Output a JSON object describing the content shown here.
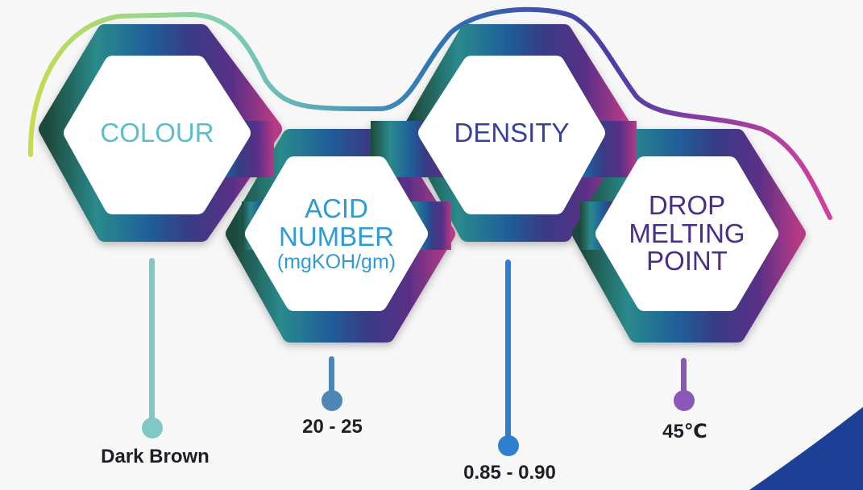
{
  "properties": [
    {
      "id": "colour",
      "lines": [
        "COLOUR"
      ],
      "sub": "",
      "value": "Dark Brown",
      "label_color": "#5bbfc9",
      "stem_color": "#7ec9c1"
    },
    {
      "id": "acid-number",
      "lines": [
        "ACID",
        "NUMBER"
      ],
      "sub": "(mgKOH/gm)",
      "value": "20 - 25",
      "label_color": "#2f9bd6",
      "stem_color": "#4f86b8"
    },
    {
      "id": "density",
      "lines": [
        "DENSITY"
      ],
      "sub": "",
      "value": "0.85 - 0.90",
      "label_color": "#3b3f9c",
      "stem_color": "#2f7fd1"
    },
    {
      "id": "drop-melting-point",
      "lines": [
        "DROP",
        "MELTING",
        "POINT"
      ],
      "sub": "",
      "value": "45℃",
      "label_color": "#4a2e86",
      "stem_color": "#8a58b8"
    }
  ],
  "colors": {
    "gradient": [
      "#1e4a3c",
      "#2a8a8c",
      "#1f5f9a",
      "#373c84",
      "#5a2f86",
      "#b53a85"
    ],
    "arc": [
      "#c4dd50",
      "#7ecfb8",
      "#2f77b6",
      "#4a3da6",
      "#d43f9e"
    ],
    "corner": "#1e3f96"
  }
}
